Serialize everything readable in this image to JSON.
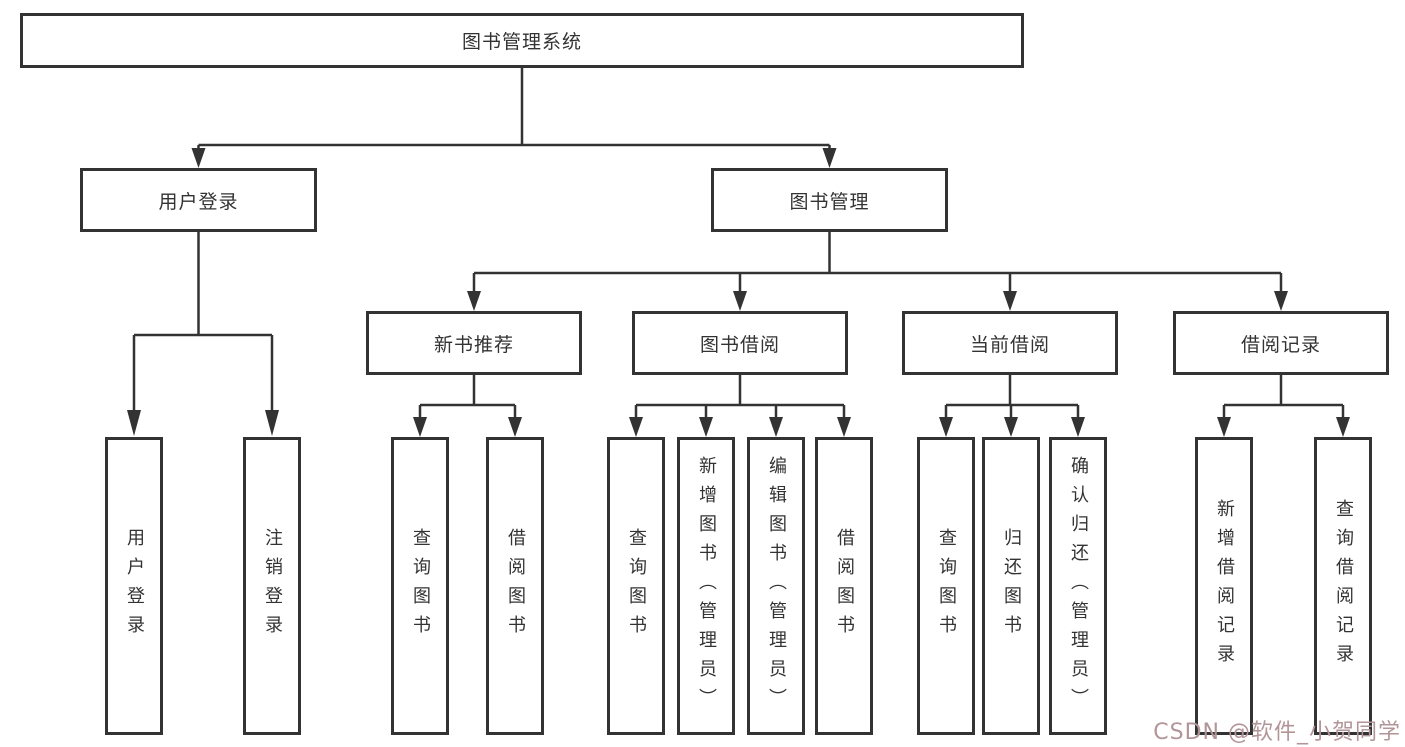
{
  "diagram": {
    "root": {
      "label": "图书管理系统"
    },
    "branches": [
      {
        "label": "用户登录",
        "children": [
          {
            "label": "用户登录"
          },
          {
            "label": "注销登录"
          }
        ]
      },
      {
        "label": "图书管理",
        "children": [
          {
            "label": "新书推荐",
            "children": [
              {
                "label": "查询图书"
              },
              {
                "label": "借阅图书"
              }
            ]
          },
          {
            "label": "图书借阅",
            "children": [
              {
                "label": "查询图书"
              },
              {
                "label": "新增图书（管理员）"
              },
              {
                "label": "编辑图书（管理员）"
              },
              {
                "label": "借阅图书"
              }
            ]
          },
          {
            "label": "当前借阅",
            "children": [
              {
                "label": "查询图书"
              },
              {
                "label": "归还图书"
              },
              {
                "label": "确认归还（管理员）"
              }
            ]
          },
          {
            "label": "借阅记录",
            "children": [
              {
                "label": "新增借阅记录"
              },
              {
                "label": "查询借阅记录"
              }
            ]
          }
        ]
      }
    ]
  },
  "watermark": {
    "text": "CSDN @软件_小贺同学",
    "color": "#b29598"
  },
  "colors": {
    "line": "#333333",
    "text": "#333333",
    "background": "#ffffff"
  }
}
